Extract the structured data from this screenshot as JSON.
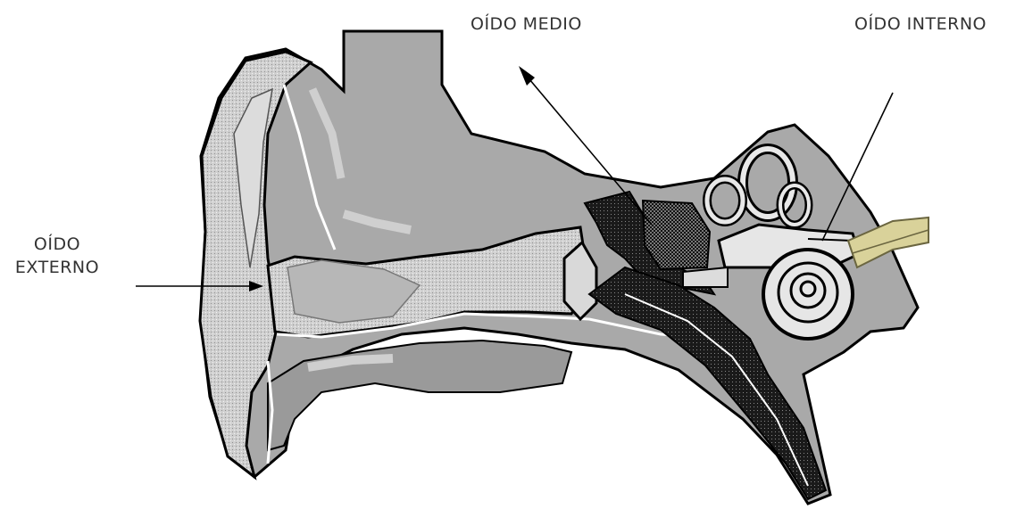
{
  "labels": {
    "middle_ear": "OÍDO MEDIO",
    "inner_ear": "OÍDO INTERNO",
    "outer_ear_line1": "OÍDO",
    "outer_ear_line2": "EXTERNO"
  },
  "colors": {
    "background": "#ffffff",
    "tissue": "#a9a9a9",
    "light_tissue": "#d7d7d7",
    "canal": "#ececec",
    "outline": "#000000",
    "ossicle_dark": "#2b2b2b",
    "nerve": "#d9d29a"
  }
}
